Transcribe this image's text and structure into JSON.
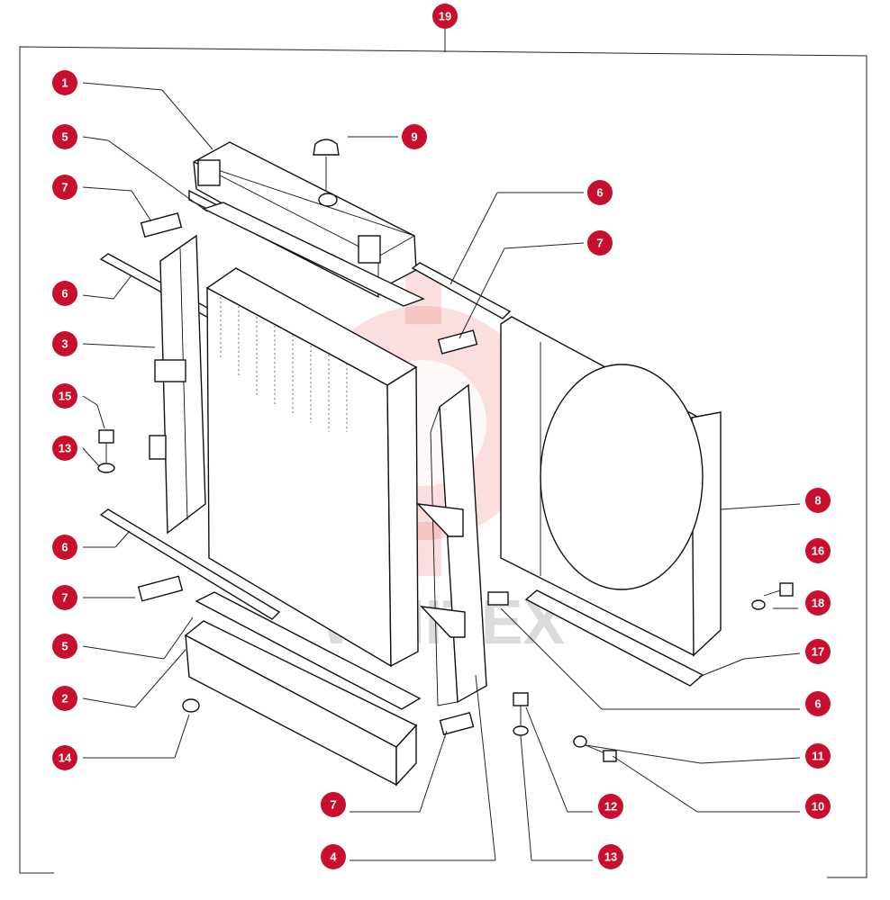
{
  "watermark": {
    "text": "WHITEX",
    "color": "#e53939"
  },
  "callout_color": "#c8102e",
  "callouts": [
    {
      "id": "c19-top",
      "label": "19"
    },
    {
      "id": "c1",
      "label": "1"
    },
    {
      "id": "c5-top",
      "label": "5"
    },
    {
      "id": "c9",
      "label": "9"
    },
    {
      "id": "c7-a",
      "label": "7"
    },
    {
      "id": "c6-right-top",
      "label": "6"
    },
    {
      "id": "c7-right",
      "label": "7"
    },
    {
      "id": "c6-left-top",
      "label": "6"
    },
    {
      "id": "c3",
      "label": "3"
    },
    {
      "id": "c15",
      "label": "15"
    },
    {
      "id": "c13-left",
      "label": "13"
    },
    {
      "id": "c8",
      "label": "8"
    },
    {
      "id": "c6-left-bottom",
      "label": "6"
    },
    {
      "id": "c16",
      "label": "16"
    },
    {
      "id": "c7-left-bottom",
      "label": "7"
    },
    {
      "id": "c18",
      "label": "18"
    },
    {
      "id": "c5-bottom",
      "label": "5"
    },
    {
      "id": "c17",
      "label": "17"
    },
    {
      "id": "c2",
      "label": "2"
    },
    {
      "id": "c6-right-bottom",
      "label": "6"
    },
    {
      "id": "c14",
      "label": "14"
    },
    {
      "id": "c11",
      "label": "11"
    },
    {
      "id": "c7-bottom",
      "label": "7"
    },
    {
      "id": "c12",
      "label": "12"
    },
    {
      "id": "c10",
      "label": "10"
    },
    {
      "id": "c4",
      "label": "4"
    },
    {
      "id": "c13-bottom",
      "label": "13"
    }
  ]
}
